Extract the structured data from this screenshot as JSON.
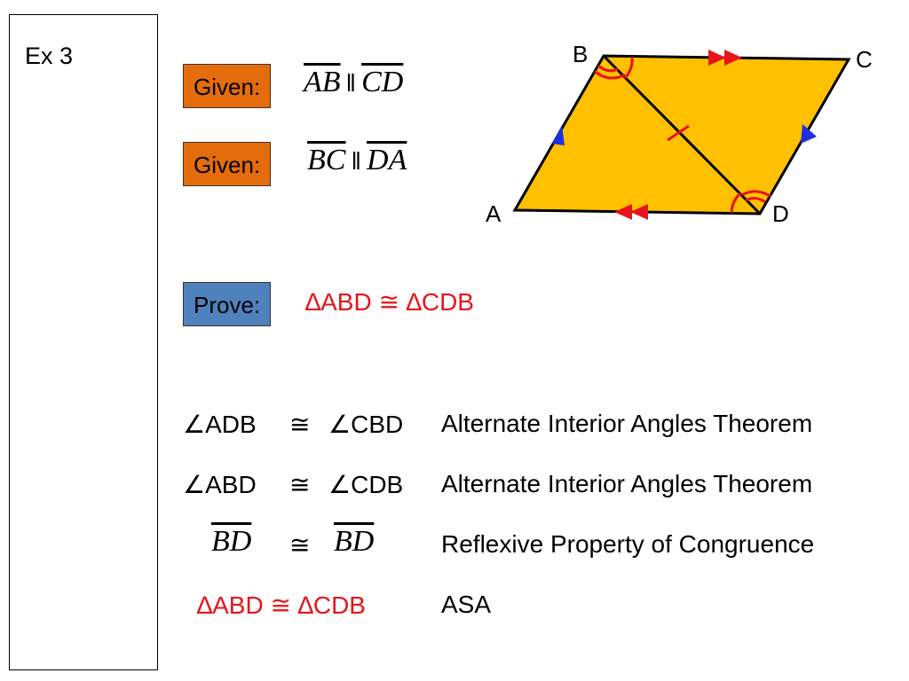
{
  "sidebar": {
    "label": "Ex 3"
  },
  "given1": {
    "label": "Given:",
    "seg1": "AB",
    "rel": "‖",
    "seg2": "CD"
  },
  "given2": {
    "label": "Given:",
    "seg1": "BC",
    "rel": "‖",
    "seg2": "DA"
  },
  "prove": {
    "label": "Prove:",
    "statement": "∆ABD ≅ ∆CDB"
  },
  "diagram": {
    "vertices": {
      "A": "A",
      "B": "B",
      "C": "C",
      "D": "D"
    },
    "colors": {
      "fill": "#ffc000",
      "stroke": "#000000",
      "red_mark": "#e8141a",
      "blue_mark": "#1f2fe0"
    }
  },
  "proof": {
    "rows": [
      {
        "left": "∠ADB",
        "cong": "≅",
        "right": "∠CBD",
        "reason": "Alternate Interior Angles Theorem"
      },
      {
        "left": "∠ABD",
        "cong": "≅",
        "right": "∠CDB",
        "reason": "Alternate Interior Angles Theorem"
      },
      {
        "left": "BD",
        "cong": "≅",
        "right": "BD",
        "reason": "Reflexive Property of Congruence"
      },
      {
        "statement": "∆ABD ≅ ∆CDB",
        "reason": "ASA"
      }
    ]
  }
}
